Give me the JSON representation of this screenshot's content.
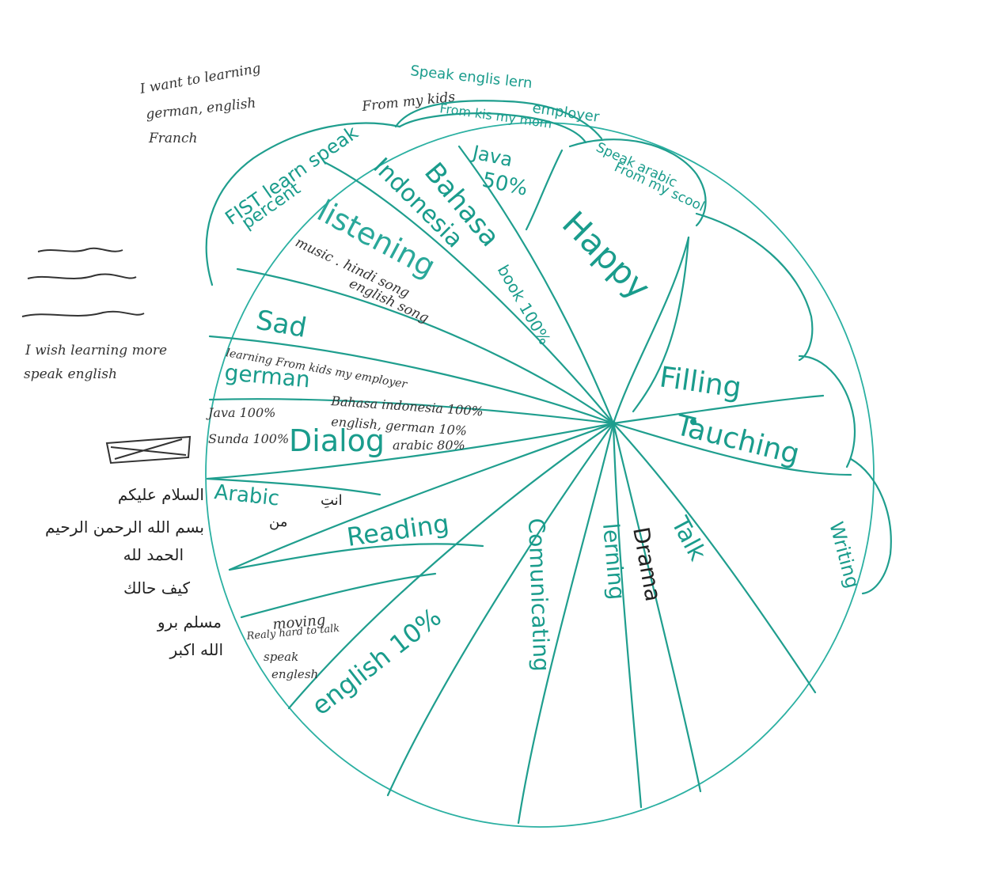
{
  "diagram": {
    "left_notes": {
      "want_languages": [
        "I want to learning",
        "german, english",
        "Franch"
      ],
      "wish": [
        "I wish learning more",
        "speak english"
      ],
      "arabic_phrases": [
        "السلام عليكم",
        "بسم الله الرحمن الرحيم",
        "الحمد لله",
        "كيف حالك",
        "مسلم برو",
        "الله اكبر"
      ]
    },
    "petals": {
      "first_speak": [
        "FIST learn speak",
        "percent"
      ],
      "from_kids_top": "From my kids",
      "speak_english": [
        "Speak englis lern",
        "employer"
      ],
      "from_kids_my_mom": "From kis my mom",
      "speak_arabic": [
        "Speak arabic",
        "From my scool"
      ]
    },
    "segments": {
      "bahasa_indonesia": [
        "Bahasa",
        "Indonesia"
      ],
      "java_50": [
        "Java",
        "50%"
      ],
      "happy": "Happy",
      "listening": "listening",
      "music_notes": [
        "music . hindi song",
        "english song"
      ],
      "book_100": "book 100%",
      "sad": "Sad",
      "german_label": "german",
      "german_note": "learning From kids my employer",
      "filling": "Filling",
      "tauching": "Tauching",
      "java_sunda": [
        "Java 100%",
        "Sunda 100%"
      ],
      "dialog": "Dialog",
      "dialog_langs": [
        "Bahasa indonesia 100%",
        "english, german 10%",
        "arabic 80%"
      ],
      "arabic": "Arabic",
      "arabic_words": [
        "انتِ",
        "من"
      ],
      "reading": "Reading",
      "moving": "moving",
      "moving_notes": [
        "Realy hard to talk",
        "speak",
        "englesh"
      ],
      "english_10": "english 10%",
      "comunicating": "Comunicating",
      "lerning": "lerning",
      "drama": "Drama",
      "talk": "Talk",
      "writing": "Writing"
    },
    "colors": {
      "ink_teal": "#1a9c8c",
      "ink_dark": "#333333"
    }
  }
}
